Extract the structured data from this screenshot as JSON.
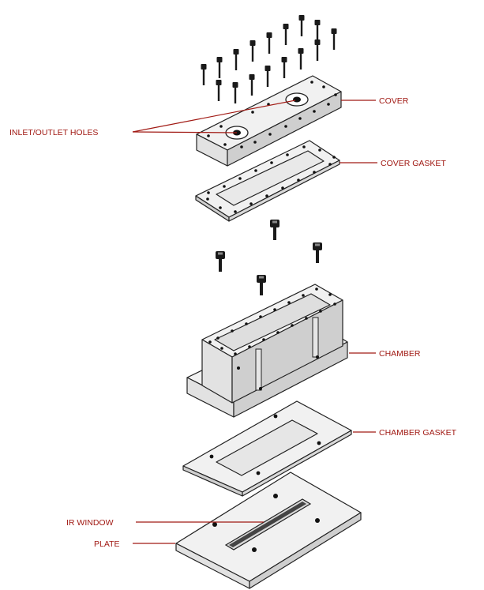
{
  "colors": {
    "label_text": "#a11a14",
    "leader_line": "#a11a14",
    "outline": "#222222",
    "face_top": "#f1f1f1",
    "face_front": "#e2e2e2",
    "face_side": "#cfcfcf",
    "hole": "#111111",
    "bolt": "#1a1a1a"
  },
  "labels": {
    "cover": "COVER",
    "inlet_outlet_holes": "INLET/OUTLET HOLES",
    "cover_gasket": "COVER GASKET",
    "chamber": "CHAMBER",
    "chamber_gasket": "CHAMBER GASKET",
    "ir_window": "IR WINDOW",
    "plate": "PLATE"
  }
}
